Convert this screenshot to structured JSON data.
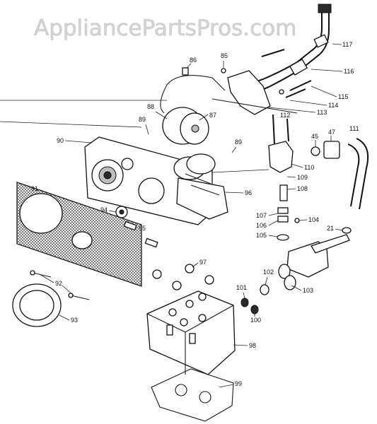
{
  "watermark": "AppliancePartsPros.com",
  "callouts": [
    {
      "id": "117",
      "text": "117"
    },
    {
      "id": "116",
      "text": "116"
    },
    {
      "id": "115",
      "text": "115"
    },
    {
      "id": "114",
      "text": "114"
    },
    {
      "id": "113",
      "text": "113"
    },
    {
      "id": "112",
      "text": "112"
    },
    {
      "id": "111",
      "text": "111"
    },
    {
      "id": "110",
      "text": "110"
    },
    {
      "id": "109",
      "text": "109"
    },
    {
      "id": "108",
      "text": "108"
    },
    {
      "id": "107",
      "text": "107"
    },
    {
      "id": "106",
      "text": "106"
    },
    {
      "id": "105",
      "text": "105"
    },
    {
      "id": "104",
      "text": "104"
    },
    {
      "id": "103",
      "text": "103"
    },
    {
      "id": "102",
      "text": "102"
    },
    {
      "id": "101",
      "text": "101"
    },
    {
      "id": "100",
      "text": "100"
    },
    {
      "id": "99",
      "text": "99"
    },
    {
      "id": "98",
      "text": "98"
    },
    {
      "id": "97",
      "text": "97"
    },
    {
      "id": "96",
      "text": "96"
    },
    {
      "id": "95",
      "text": "95"
    },
    {
      "id": "94",
      "text": "94"
    },
    {
      "id": "93",
      "text": "93"
    },
    {
      "id": "92",
      "text": "92"
    },
    {
      "id": "91",
      "text": "91"
    },
    {
      "id": "90",
      "text": "90"
    },
    {
      "id": "89a",
      "text": "89"
    },
    {
      "id": "89b",
      "text": "89"
    },
    {
      "id": "88",
      "text": "88"
    },
    {
      "id": "87",
      "text": "87"
    },
    {
      "id": "86",
      "text": "86"
    },
    {
      "id": "85",
      "text": "85"
    },
    {
      "id": "47",
      "text": "47"
    },
    {
      "id": "45",
      "text": "45"
    },
    {
      "id": "21",
      "text": "21"
    }
  ]
}
